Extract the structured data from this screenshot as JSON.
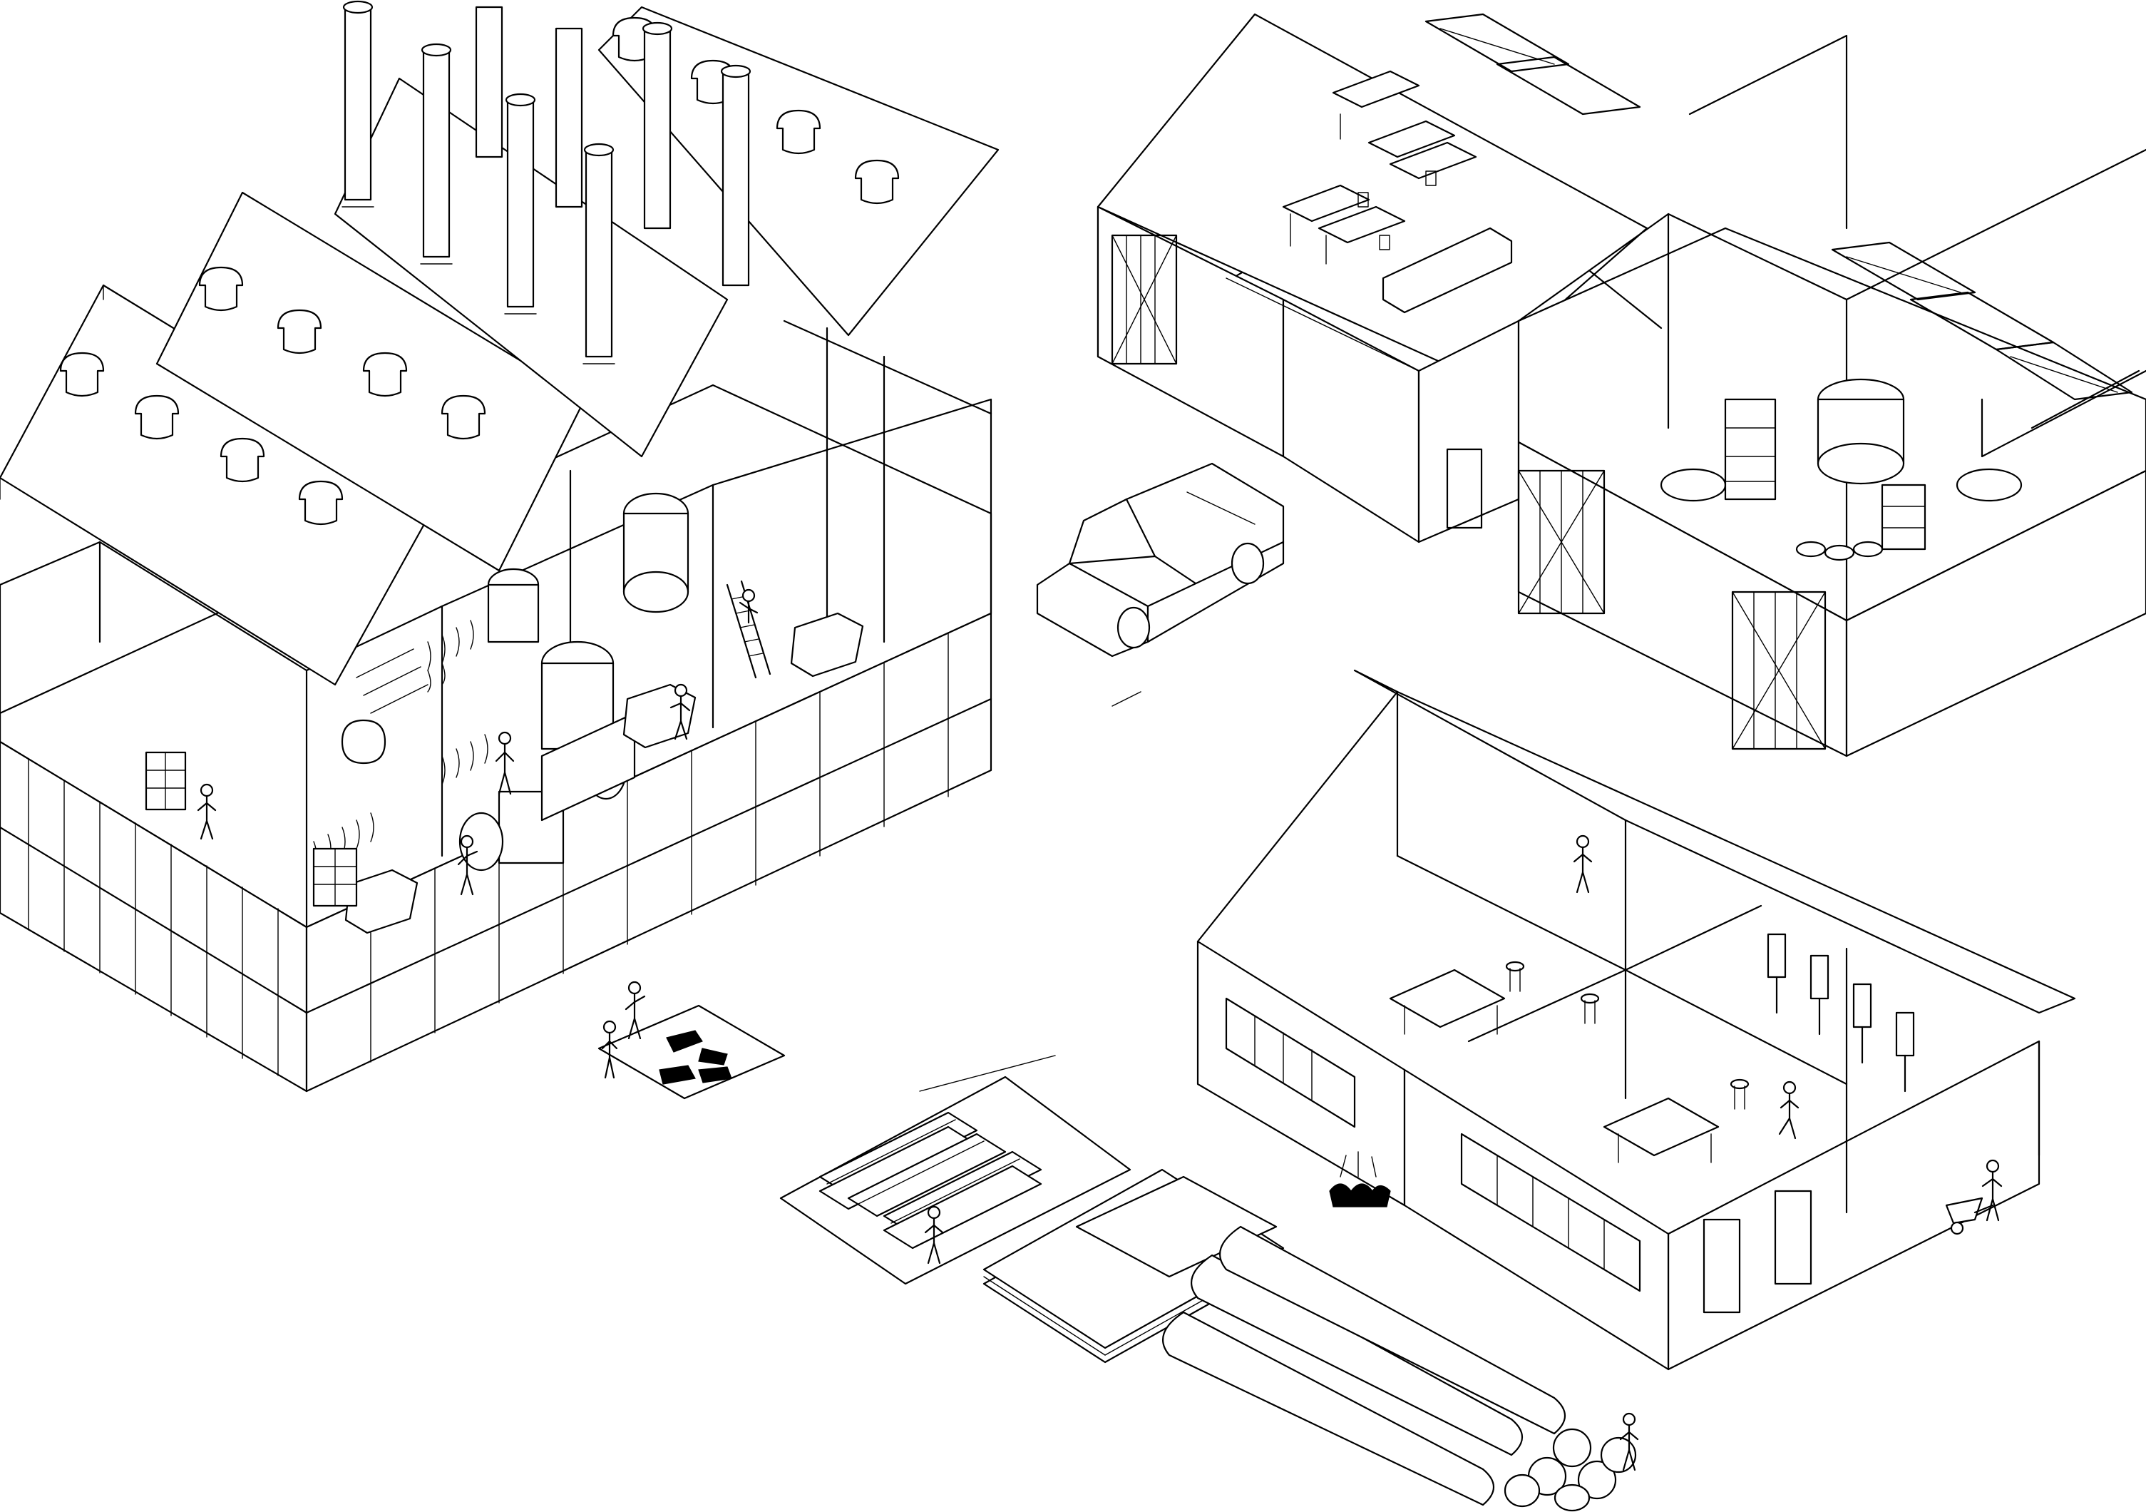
{
  "drawing": {
    "type": "axonometric line drawing",
    "line_color": "#000000",
    "background_color": "#ffffff"
  },
  "scenes": [
    {
      "id": "factory",
      "elements": [
        "chimney-stacks",
        "roof-vents",
        "open-walls",
        "production-machines",
        "drying-racks",
        "workers"
      ]
    },
    {
      "id": "workshop-barn",
      "elements": [
        "offices",
        "skylights",
        "loading-doors",
        "pottery-kilns",
        "shelving"
      ]
    },
    {
      "id": "woodshop",
      "elements": [
        "table-saws",
        "drill-presses",
        "stools",
        "workers",
        "wheelbarrow"
      ]
    },
    {
      "id": "pickup-truck"
    },
    {
      "id": "lumber-stack"
    },
    {
      "id": "sheet-stack"
    },
    {
      "id": "log-pile"
    },
    {
      "id": "leather-pad"
    }
  ]
}
